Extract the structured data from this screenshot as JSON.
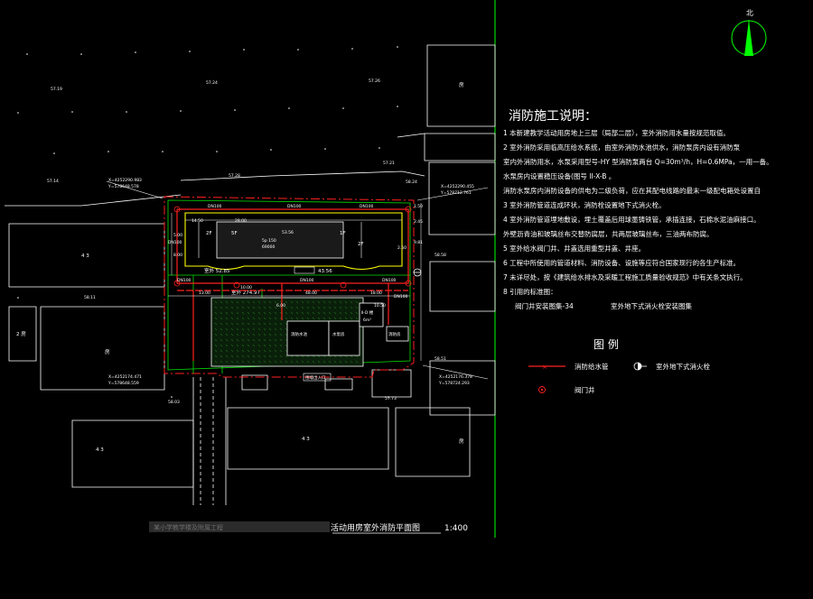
{
  "north_label": "北",
  "elevations": [
    "57.19",
    "57.24",
    "57.26",
    "57.28",
    "57.21",
    "57.14",
    "58.24",
    "58.11",
    "58.03",
    "58.58",
    "58.51",
    "57.73"
  ],
  "coordinates": {
    "nw_x": "X=4252290.983",
    "nw_y": "Y=578648.578",
    "ne_x": "X=4252290.455",
    "ne_y": "Y=578712.761",
    "sw_x": "X=4252174.471",
    "sw_y": "Y=578648.559",
    "se_x": "X=4252176.378",
    "se_y": "Y=578724.293"
  },
  "buildings": {
    "left_top": "4 3",
    "left_mid_a": "2 房",
    "left_mid_b": "房",
    "bottom_left": "4 3",
    "bottom_right": "4 3",
    "right_top": "房",
    "right_bottom": "房"
  },
  "site": {
    "floor_left": "2F",
    "floor_mid_a": "5F",
    "floor_mid_b": "1F",
    "floor_right": "2F",
    "area_value": "5p 150",
    "area_label": "69000",
    "width_a": "53.56",
    "level_left": "室外 52.85",
    "level_right": "43.56",
    "playground_label": "室外 274.97",
    "sub_a": "消防水池",
    "sub_b": "水泵房",
    "sub_c": "Ⅱ-D 楼",
    "sub_d": "6m²",
    "sub_e": "消防房",
    "gate": "围墙出入口",
    "dn_top_1": "DN100",
    "dn_top_2": "DN100",
    "dn_top_3": "DN100",
    "dn_bot_1": "DN100",
    "dn_bot_2": "DN100",
    "dn_bot_3": "DN100",
    "dn_left": "DN100",
    "dn_right": "DN100",
    "dim_1": "13.00",
    "dim_2": "48.00",
    "dim_3": "18.00",
    "dim_4": "2.45",
    "dim_5": "5.00",
    "dim_6": "8.00",
    "dim_7": "10.00",
    "dim_8": "6.00",
    "dim_9": "10.50",
    "dim_10": "9.81",
    "dim_11": "2.50",
    "dim_12": "1.50",
    "dim_13": "14.50",
    "dim_14": "28.00"
  },
  "plan_title": "活动用房室外消防平面图",
  "plan_title_prefix": "某小学教学楼及附属工程",
  "plan_scale": "1:400",
  "notes_title": "消防施工说明：",
  "notes": [
    "1  本新建教学活动用房地上三层（局部二层），室外消防用水量按规范取值。",
    "2  室外消防采用临高压给水系统，由室外消防水池供水，消防泵房内设有消防泵",
    "    室内外消防用水，水泵采用型号-HY   型消防泵两台 Q=30m³/h，H=0.6MPa，一用一备。",
    "    水泵房内设置稳压设备(图号 II-X-B  。",
    "    消防水泵房内消防设备的供电为二级负荷，应在其配电线路的最末一级配电箱处设置自",
    "3  室外消防管道连成环状，消防栓设置地下式消火栓。",
    "4  室外消防管道埋地敷设，埋土覆盖后用球墨铸铁管，承插连接，石棉水泥油麻接口。",
    "    外壁沥青油和玻璃丝布交替防腐层，共两层玻璃丝布，三油两布防腐。",
    "5  室外给水阀门井、井盖选用重型井盖、井座。",
    "6  工程中所使用的管道材料、消防设备、设施等应符合国家现行的各生产标准。",
    "7  未详尽处，按《建筑给水排水及采暖工程施工质量验收规范》中有关条文执行。",
    "8  引用的标准图："
  ],
  "std_refs": {
    "ref_a": "阀门井安装图集-34",
    "ref_b": "室外地下式消火栓安装图集"
  },
  "legend": {
    "title": "图   例",
    "pipe": "消防给水管",
    "hydrant": "室外地下式消火栓",
    "valve_well": "阀门井"
  },
  "colors": {
    "background": "#000000",
    "fire_pipe": "#ff2020",
    "building_outline": "#ffff00",
    "site_green": "#00e000",
    "dim_line": "#ffffff",
    "divider": "#00ff00",
    "site_boundary": "#ff2020"
  }
}
